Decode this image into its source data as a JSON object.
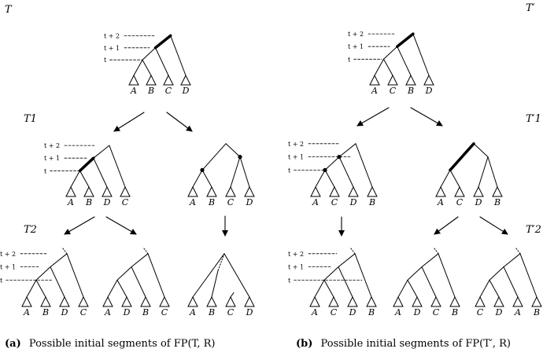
{
  "panels": {
    "a": {
      "caption_letter": "(a)",
      "caption_text": "Possible initial segments of FP(T, R)",
      "tree_names": [
        "T",
        "T1",
        "T2"
      ],
      "trees": {
        "top": [
          "A",
          "B",
          "C",
          "D"
        ],
        "mid_left": [
          "A",
          "B",
          "D",
          "C"
        ],
        "mid_right": [
          "A",
          "B",
          "C",
          "D"
        ],
        "bot_left": [
          "A",
          "B",
          "D",
          "C"
        ],
        "bot_mid": [
          "A",
          "D",
          "B",
          "C"
        ],
        "bot_right": [
          "A",
          "B",
          "C",
          "D"
        ]
      }
    },
    "b": {
      "caption_letter": "(b)",
      "caption_text": "Possible initial segments of FP(T′, R)",
      "tree_names": [
        "T′",
        "T′1",
        "T′2"
      ],
      "trees": {
        "top": [
          "A",
          "C",
          "B",
          "D"
        ],
        "mid_left": [
          "A",
          "C",
          "D",
          "B"
        ],
        "mid_right": [
          "A",
          "C",
          "D",
          "B"
        ],
        "bot_left": [
          "A",
          "C",
          "D",
          "B"
        ],
        "bot_mid": [
          "A",
          "D",
          "C",
          "B"
        ],
        "bot_right": [
          "C",
          "D",
          "A",
          "B"
        ]
      }
    }
  },
  "time_labels": [
    "t + 2",
    "t + 1",
    "t"
  ]
}
